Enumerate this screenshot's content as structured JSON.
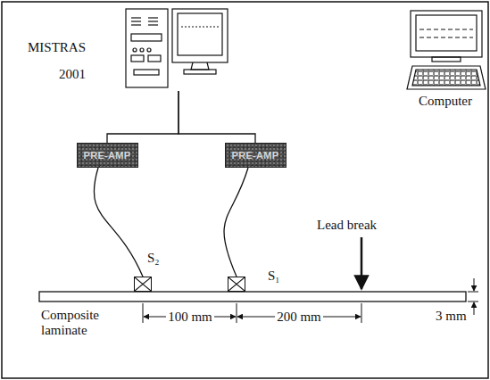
{
  "diagram": {
    "nodes": [
      {
        "text": [
          "MISTRAS 2001"
        ]
      },
      {
        "text": [
          "PRE-AMP"
        ]
      },
      {
        "text": [
          "PRE-AMP"
        ]
      },
      {
        "text": [
          "Computer"
        ]
      },
      {
        "text": [
          "S₂"
        ]
      },
      {
        "text": [
          "S₁"
        ]
      }
    ],
    "edges": [
      {
        "from": 0,
        "to": 1,
        "arrow": "none"
      },
      {
        "from": 0,
        "to": 2,
        "arrow": "none"
      },
      {
        "from": 1,
        "to": 4,
        "arrow": "none"
      },
      {
        "from": 2,
        "to": 5,
        "arrow": "none"
      }
    ],
    "labels": [
      "Lead break",
      "Composite laminate",
      "100 mm",
      "200 mm",
      "3 mm"
    ]
  }
}
